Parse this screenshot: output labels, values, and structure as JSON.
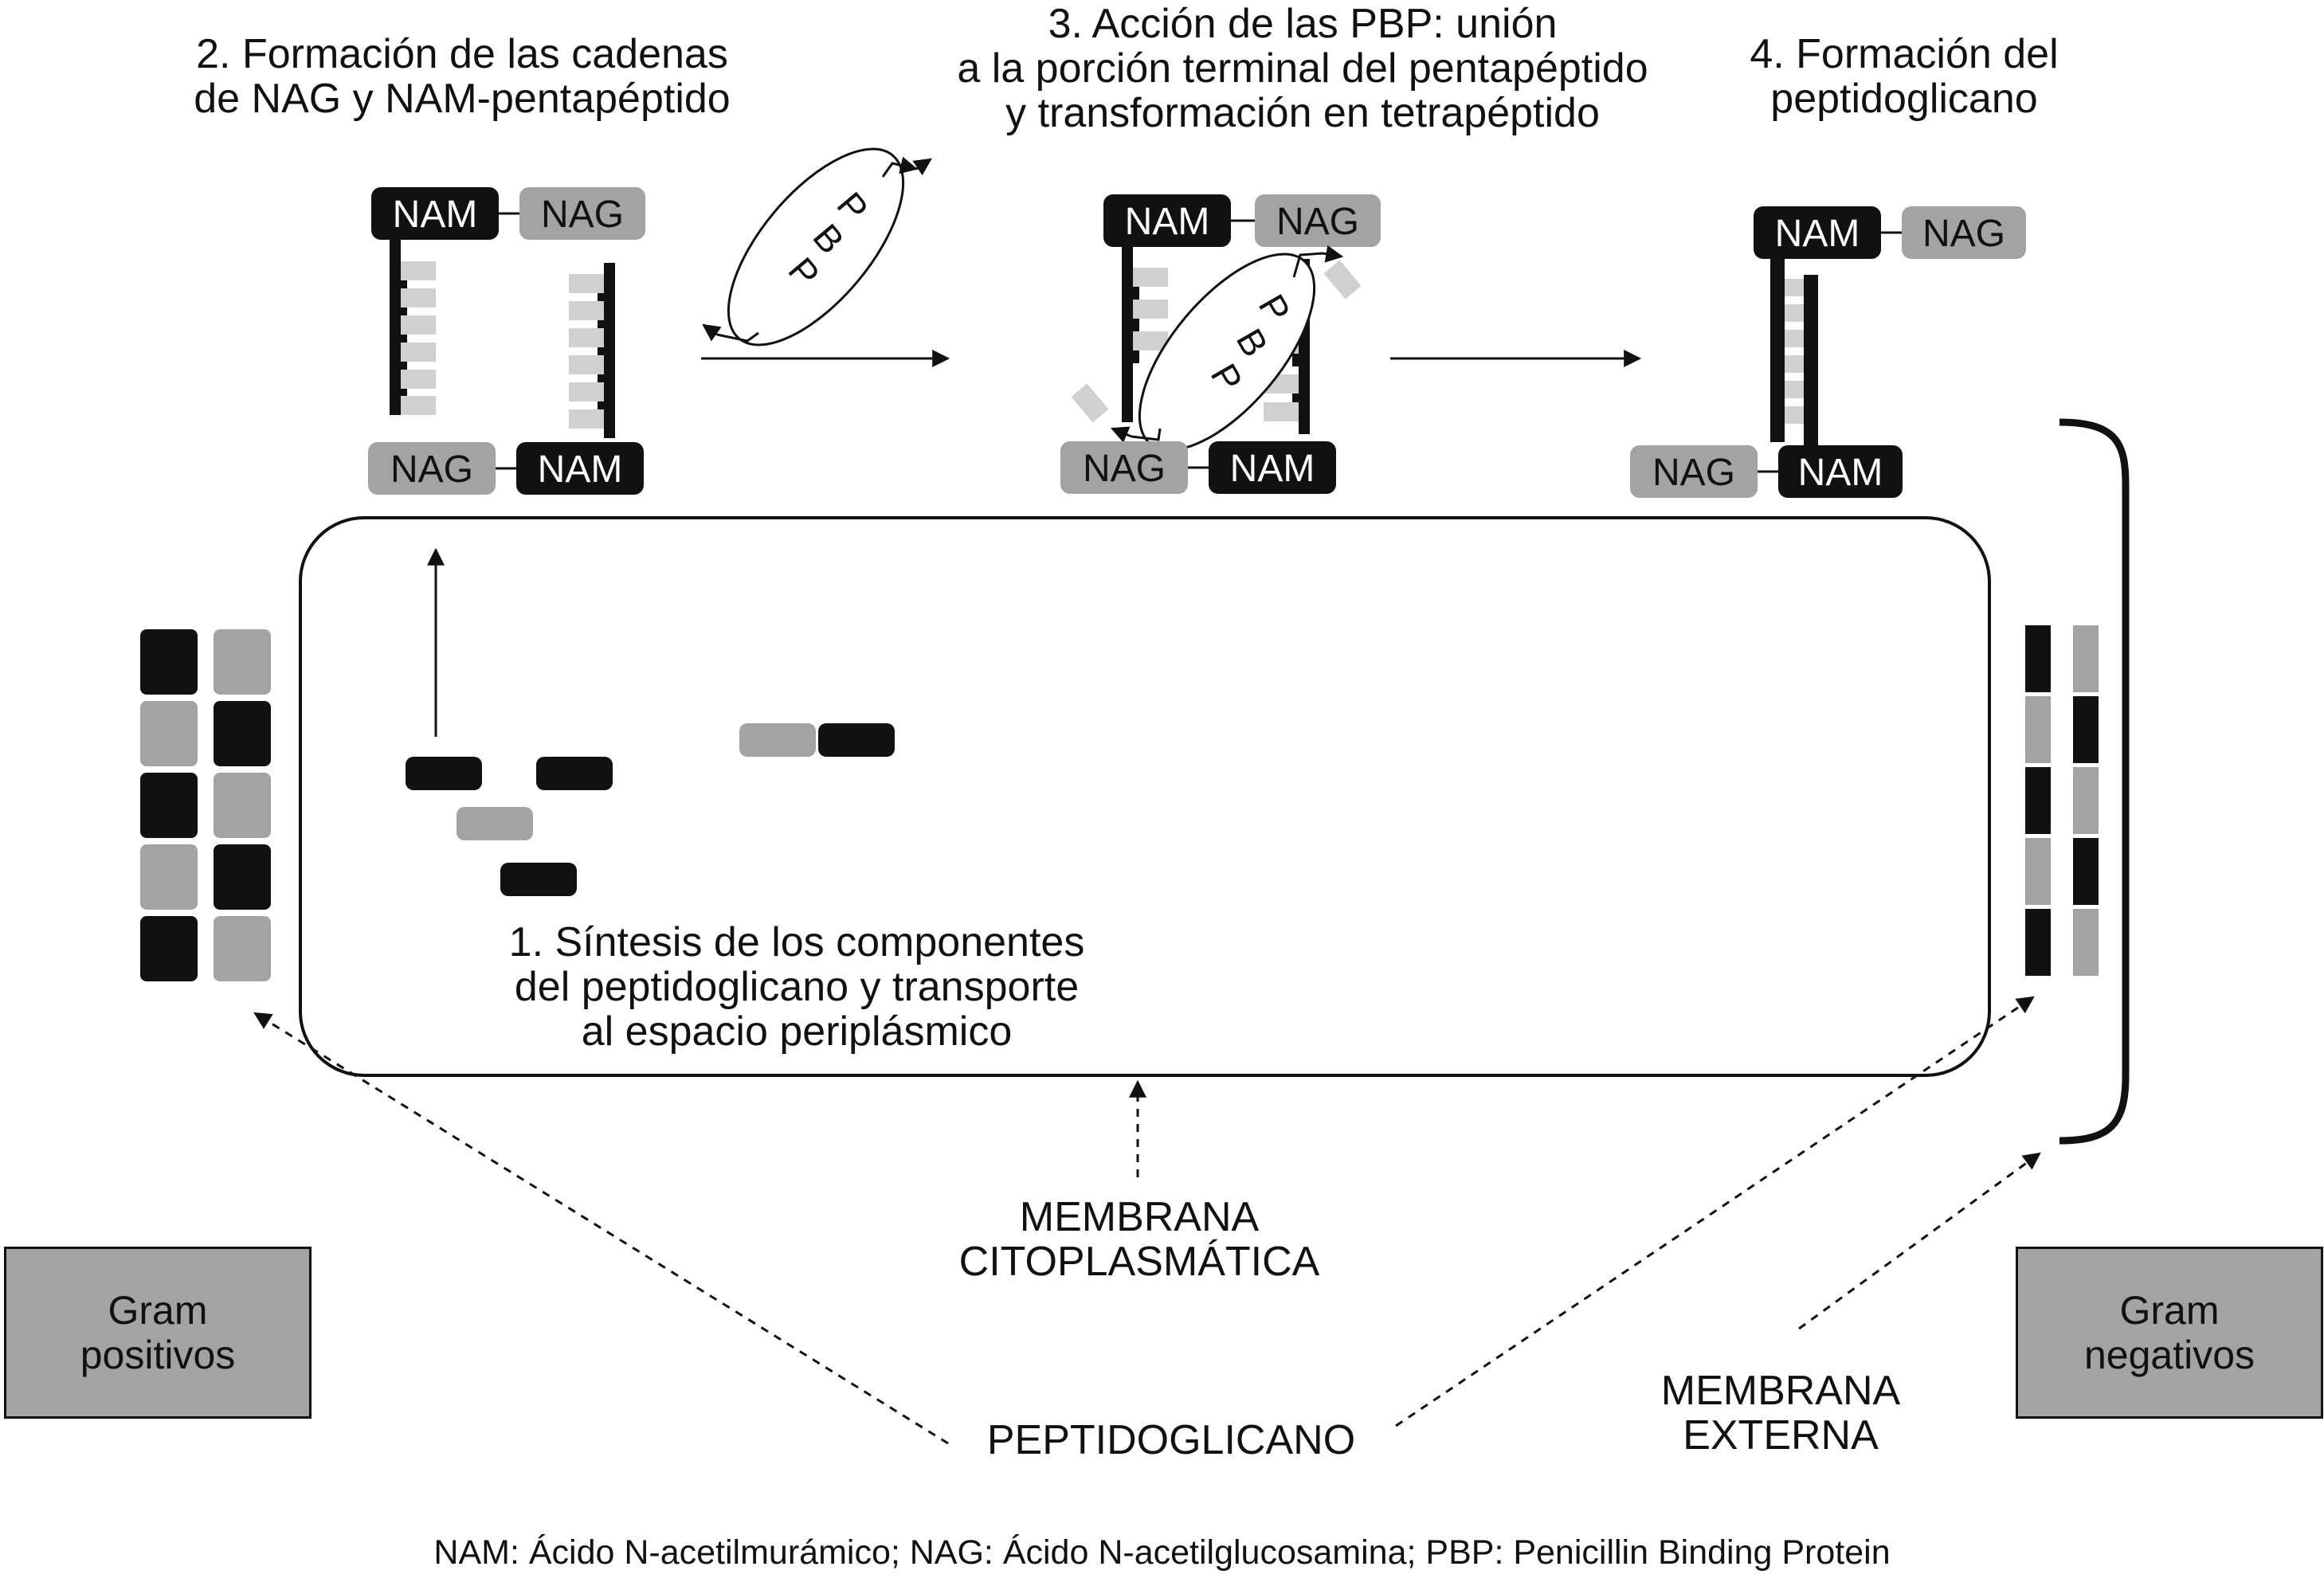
{
  "steps": {
    "step1": "1. Síntesis de los componentes\ndel peptidoglicano y transporte\nal espacio periplásmico",
    "step2": "2. Formación de las cadenas\nde NAG y NAM-pentapéptido",
    "step3": "3. Acción de las PBP: unión\na la porción terminal del pentapéptido\ny transformación en tetrapéptido",
    "step4": "4. Formación del\npeptidoglicano"
  },
  "sugars": {
    "nam": "NAM",
    "nag": "NAG"
  },
  "enzyme": {
    "letter1": "P",
    "letter2": "B",
    "letter3": "P"
  },
  "labels": {
    "membrana_citoplasmatica": "MEMBRANA\nCITOPLASMÁTICA",
    "peptidoglicano": "PEPTIDOGLICANO",
    "membrana_externa": "MEMBRANA\nEXTERNA"
  },
  "boxes": {
    "gram_positivos": "Gram\npositivos",
    "gram_negativos": "Gram\nnegativos"
  },
  "footnote": "NAM: Ácido N-acetilmurámico; NAG: Ácido N-acetilglucosamina; PBP: Penicillin Binding Protein",
  "colors": {
    "dark": "#111111",
    "mid_gray": "#a3a3a3",
    "light_gray": "#d0d0d0",
    "background": "#ffffff"
  }
}
